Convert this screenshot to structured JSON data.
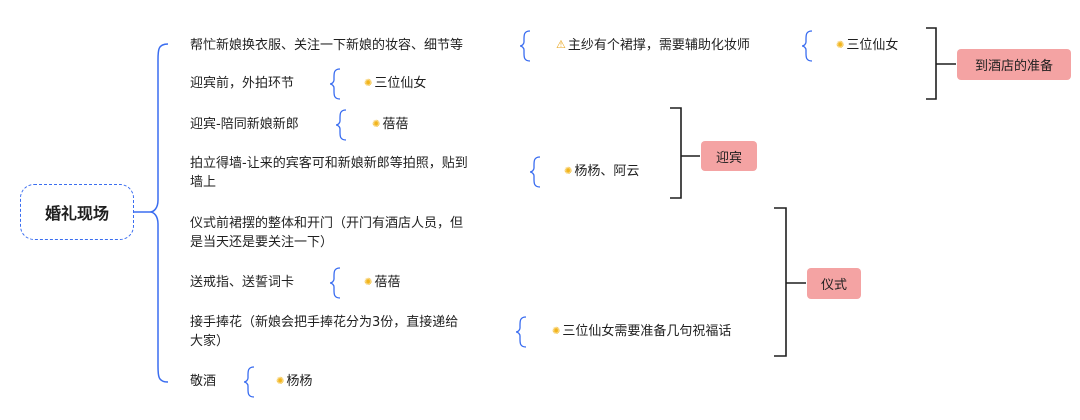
{
  "root": {
    "title": "婚礼现场"
  },
  "branches": [
    {
      "text": "帮忙新娘换衣服、关注一下新娘的妆容、细节等",
      "note1_text": "主纱有个裙撑，需要辅助化妆师",
      "note2_icon": "lightbulb-icon",
      "note2_text": "三位仙女"
    },
    {
      "text": "迎宾前，外拍环节",
      "note_icon": "lightbulb-icon",
      "note_text": "三位仙女"
    },
    {
      "text": "迎宾-陪同新娘新郎",
      "note_icon": "lightbulb-icon",
      "note_text": "蓓蓓"
    },
    {
      "line1": "拍立得墙-让来的宾客可和新娘新郎等拍照，贴到",
      "line2": "墙上",
      "note_icon": "lightbulb-icon",
      "note_text": "杨杨、阿云"
    },
    {
      "line1": "仪式前裙摆的整体和开门（开门有酒店人员，但",
      "line2": "是当天还是要关注一下）"
    },
    {
      "text": "送戒指、送誓词卡",
      "note_icon": "lightbulb-icon",
      "note_text": "蓓蓓"
    },
    {
      "line1": "接手捧花（新娘会把手捧花分为3份，直接递给",
      "line2": "大家）",
      "note_icon": "lightbulb-icon",
      "note_text": "三位仙女需要准备几句祝福话"
    },
    {
      "text": "敬酒",
      "note_icon": "lightbulb-icon",
      "note_text": "杨杨"
    }
  ],
  "groups": [
    {
      "label": "到酒店的准备"
    },
    {
      "label": "迎宾"
    },
    {
      "label": "仪式"
    }
  ],
  "colors": {
    "connector": "#3a6df0",
    "group_bracket": "#1f1f1f",
    "group_label_bg": "#f4a3a3",
    "bulb": "#f2b51b",
    "warning": "#e8a317"
  }
}
